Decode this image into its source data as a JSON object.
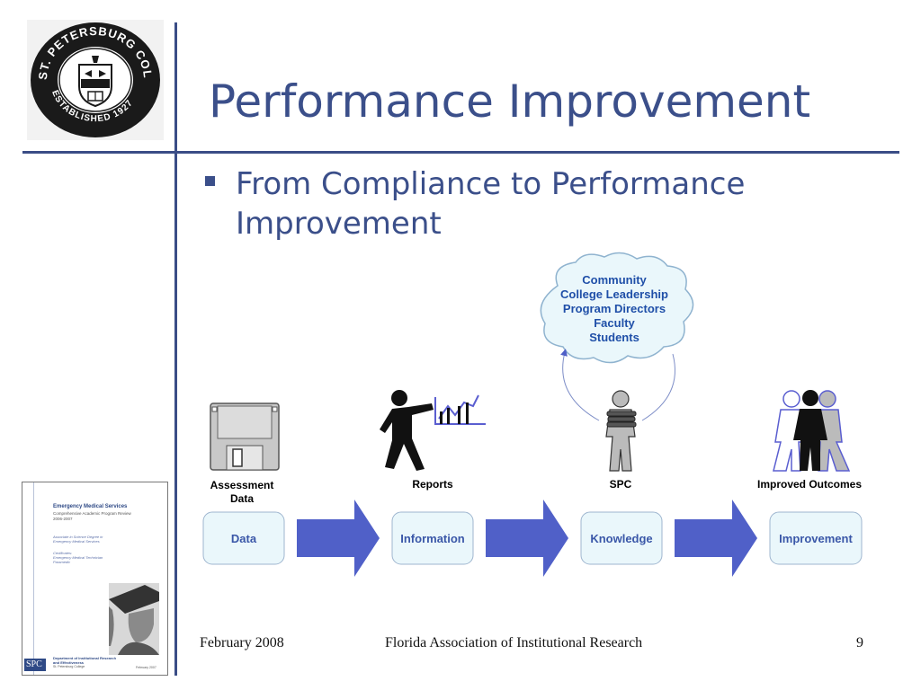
{
  "slide": {
    "title": "Performance Improvement",
    "bullet": "From Compliance to Performance Improvement"
  },
  "logo": {
    "ring_text_top": "ST. PETERSBURG COLLEGE",
    "ring_text_bottom": "ESTABLISHED 1927"
  },
  "diagram": {
    "cloud_lines": [
      "Community",
      "College Leadership",
      "Program Directors",
      "Faculty",
      "Students"
    ],
    "stages": [
      {
        "icon_label_lines": [
          "Assessment",
          "Data"
        ],
        "box_label": "Data",
        "icon": "floppy-disk-icon"
      },
      {
        "icon_label_lines": [
          "Reports"
        ],
        "box_label": "Information",
        "icon": "presenter-chart-icon"
      },
      {
        "icon_label_lines": [
          "SPC"
        ],
        "box_label": "Knowledge",
        "icon": "person-with-books-icon"
      },
      {
        "icon_label_lines": [
          "Improved Outcomes"
        ],
        "box_label": "Improvement",
        "icon": "people-group-icon"
      }
    ],
    "colors": {
      "arrow": "#5060c8",
      "box_fill": "#eaf7fb",
      "cloud_fill": "#eaf7fb",
      "text": "#3a57a8"
    }
  },
  "cover": {
    "title": "Emergency Medical Services",
    "subtitle_lines": [
      "Comprehensive Academic Program Review",
      "2006-2007"
    ],
    "degree_lines": [
      "Associate in Science Degree in",
      "Emergency Medical Services"
    ],
    "cert_lines": [
      "Certificates:",
      "Emergency Medical Technician",
      "Paramedic"
    ],
    "logo_text": "SPC",
    "dept_lines": [
      "Department of Institutional Research",
      "and Effectiveness",
      "St. Petersburg College"
    ],
    "date": "February 2007"
  },
  "footer": {
    "date": "February 2008",
    "organization": "Florida Association of Institutional Research",
    "page": "9"
  }
}
